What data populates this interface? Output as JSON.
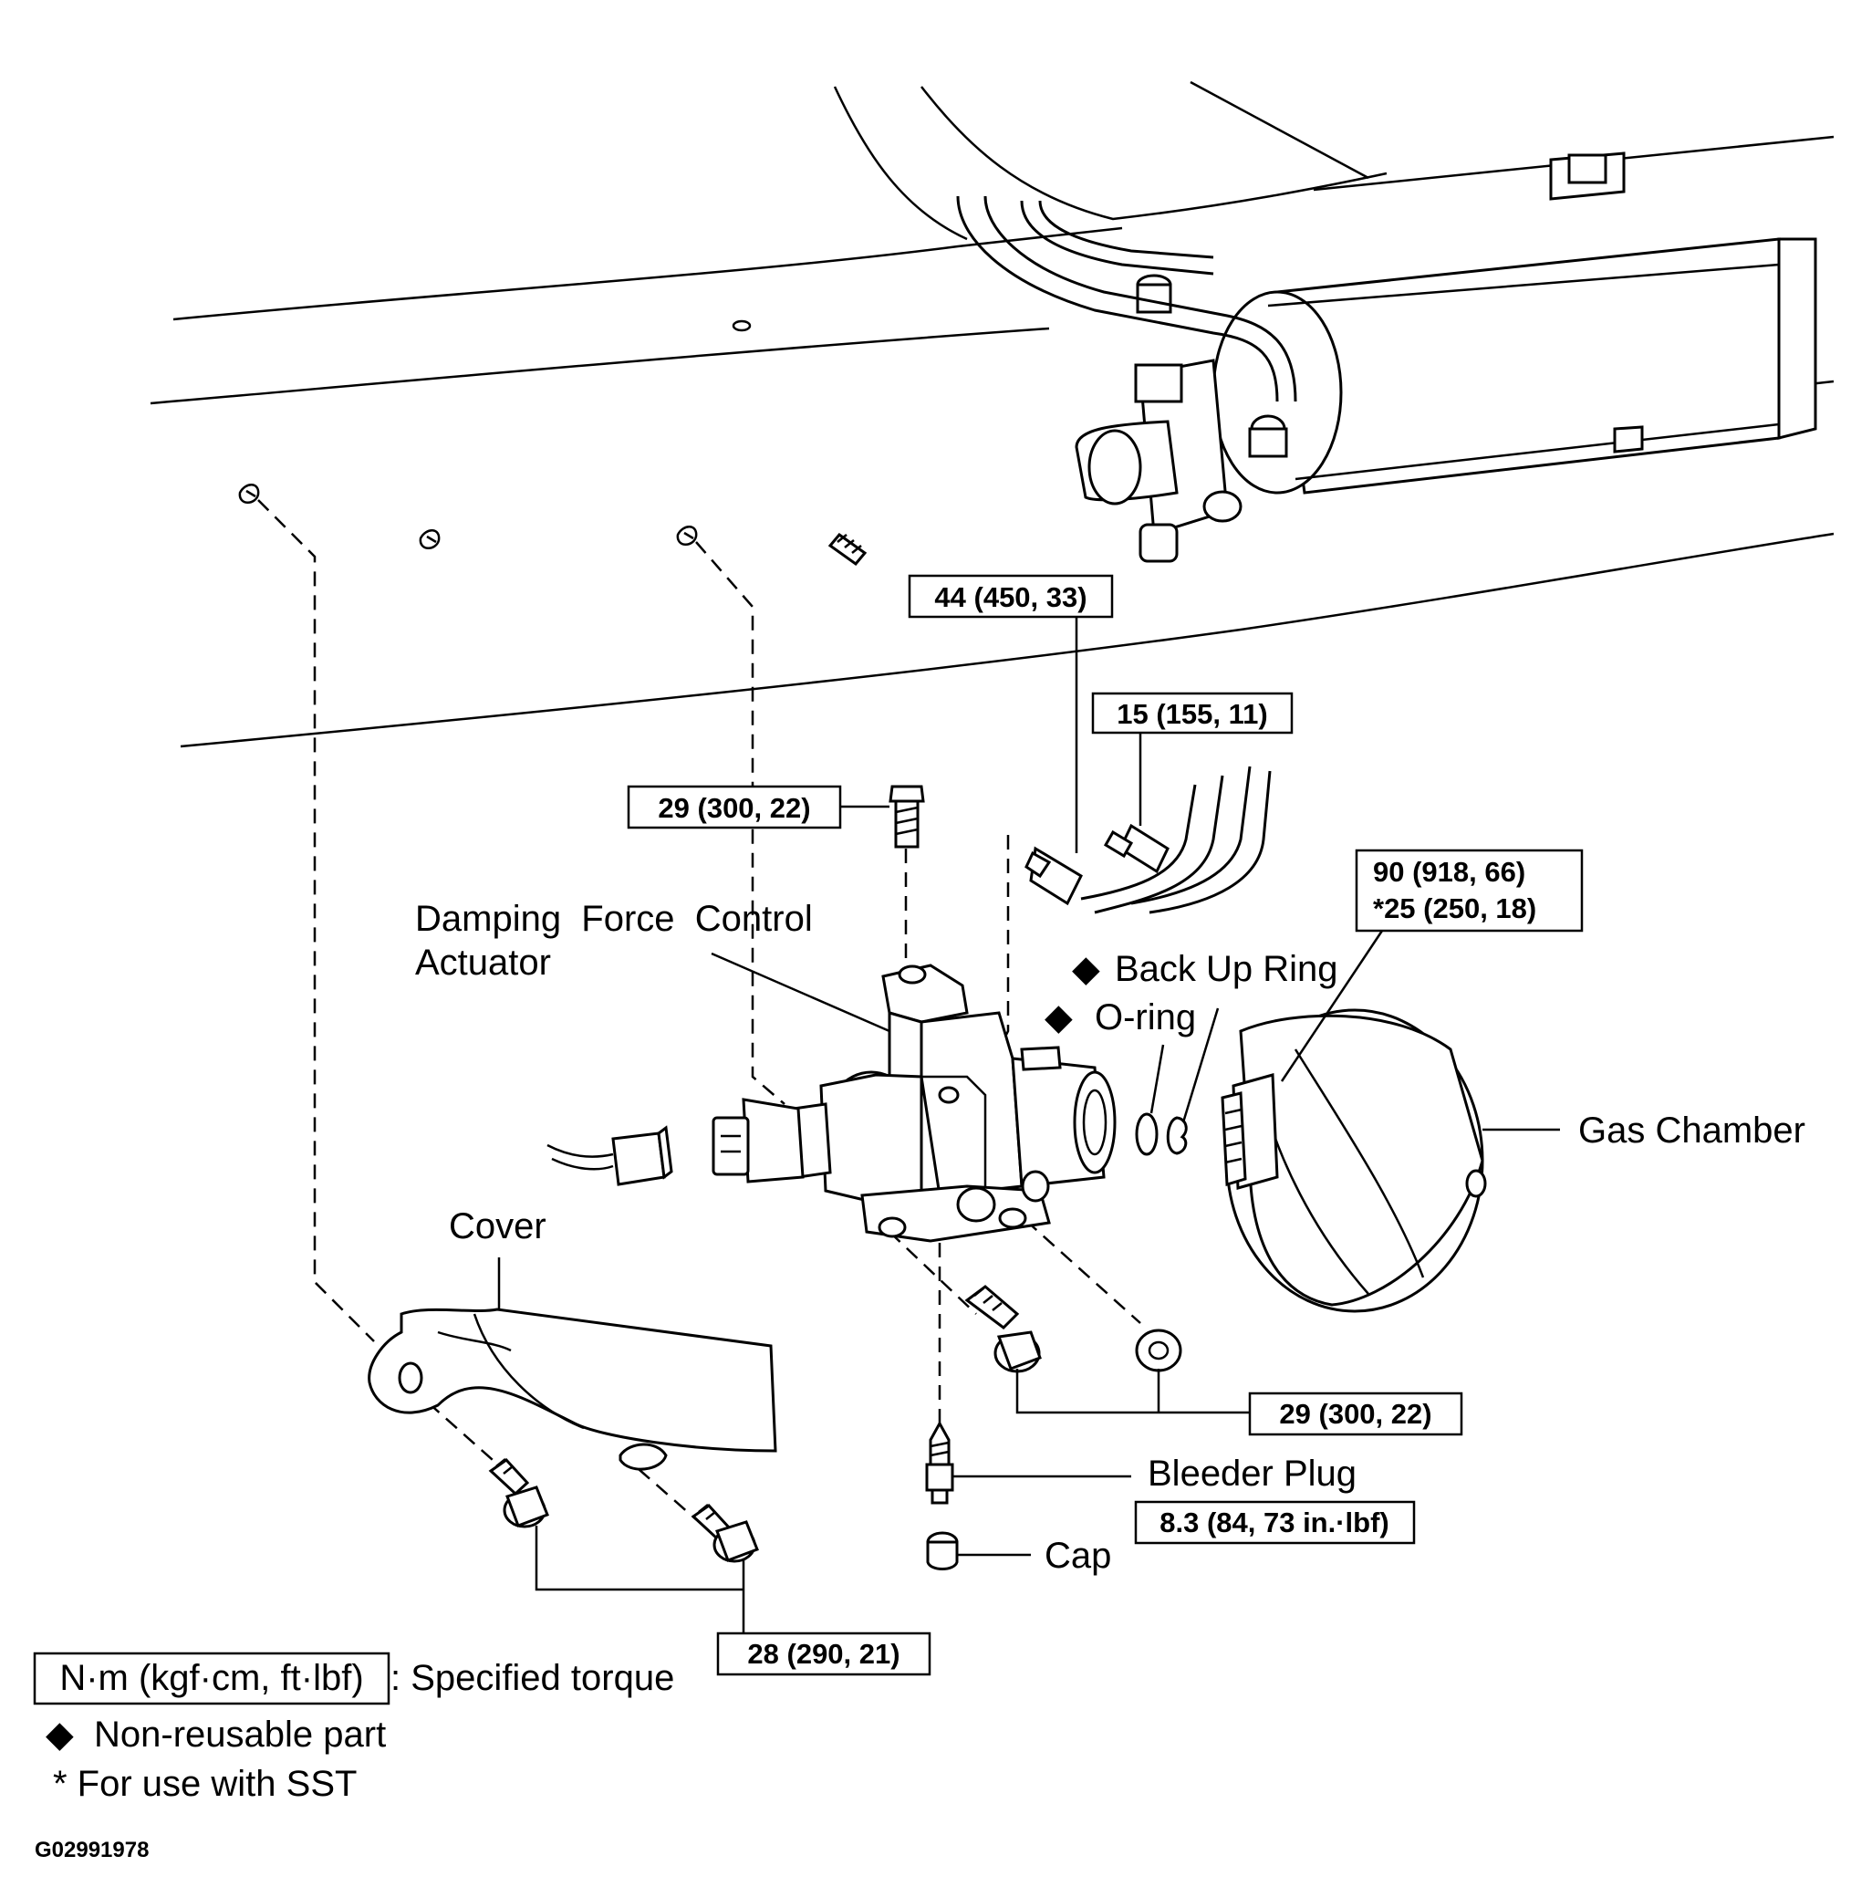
{
  "labels": {
    "actuator_line1": "Damping  Force  Control",
    "actuator_line2": "Actuator",
    "back_up_ring": "Back Up Ring",
    "o_ring": "O-ring",
    "gas_chamber": "Gas Chamber",
    "cover": "Cover",
    "bleeder_plug": "Bleeder Plug",
    "cap": "Cap"
  },
  "torques": {
    "pipe_upper": "44 (450, 33)",
    "pipe_lower": "15 (155, 11)",
    "top_bolt": "29 (300, 22)",
    "gas_chamber_line1": "90 (918, 66)",
    "gas_chamber_line2": "*25 (250, 18)",
    "mount_bolts": "29 (300, 22)",
    "bleeder": "8.3 (84, 73 in.·lbf)",
    "cover_bolts": "28 (290, 21)"
  },
  "legend": {
    "unit_box": "N·m (kgf·cm, ft·lbf)",
    "specified_torque": ": Specified torque",
    "diamond": "◆",
    "non_reusable": "Non-reusable part",
    "sst": "* For use with SST"
  },
  "figure_code": "G02991978"
}
